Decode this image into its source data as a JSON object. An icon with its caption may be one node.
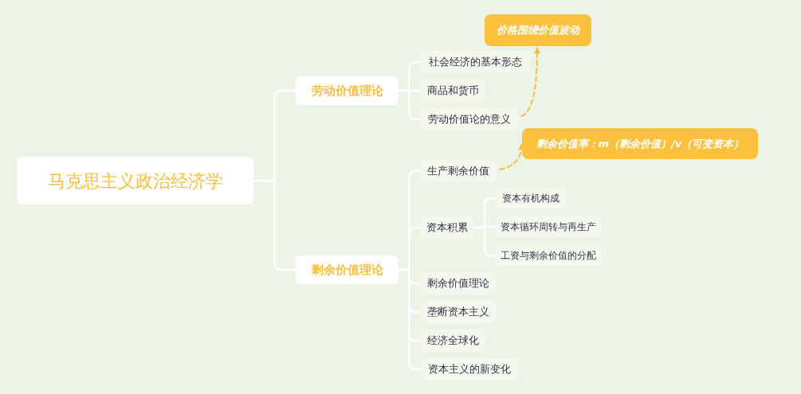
{
  "diagram": {
    "nodes": [
      {
        "text": [
          "马克思主义政治经济学"
        ]
      },
      {
        "text": [
          "劳动价值理论"
        ]
      },
      {
        "text": [
          "剩余价值理论"
        ]
      },
      {
        "text": [
          "社会经济的基本形态"
        ]
      },
      {
        "text": [
          "商品和货币"
        ]
      },
      {
        "text": [
          "劳动价值论的意义"
        ]
      },
      {
        "text": [
          "价格围绕价值波动"
        ]
      },
      {
        "text": [
          "生产剩余价值"
        ]
      },
      {
        "text": [
          "剩余价值率：m（剩余价值）/v（可变资本）"
        ]
      },
      {
        "text": [
          "资本积累"
        ]
      },
      {
        "text": [
          "资本有机构成"
        ]
      },
      {
        "text": [
          "资本循环周转与再生产"
        ]
      },
      {
        "text": [
          "工资与剩余价值的分配"
        ]
      },
      {
        "text": [
          "剩余价值理论"
        ]
      },
      {
        "text": [
          "垄断资本主义"
        ]
      },
      {
        "text": [
          "经济全球化"
        ]
      },
      {
        "text": [
          "资本主义的新变化"
        ]
      }
    ],
    "edges": [
      {
        "from": 0,
        "to": 1,
        "arrow": "none"
      },
      {
        "from": 0,
        "to": 2,
        "arrow": "none"
      },
      {
        "from": 1,
        "to": 3,
        "arrow": "none"
      },
      {
        "from": 1,
        "to": 4,
        "arrow": "none"
      },
      {
        "from": 1,
        "to": 5,
        "arrow": "none"
      },
      {
        "from": 5,
        "to": 6,
        "arrow": "to",
        "style": "dashed",
        "color": "#f9bd3c"
      },
      {
        "from": 2,
        "to": 7,
        "arrow": "none"
      },
      {
        "from": 7,
        "to": 8,
        "arrow": "to",
        "style": "dashed",
        "color": "#f9bd3c"
      },
      {
        "from": 2,
        "to": 9,
        "arrow": "none"
      },
      {
        "from": 9,
        "to": 10,
        "arrow": "none"
      },
      {
        "from": 9,
        "to": 11,
        "arrow": "none"
      },
      {
        "from": 9,
        "to": 12,
        "arrow": "none"
      },
      {
        "from": 2,
        "to": 13,
        "arrow": "none"
      },
      {
        "from": 2,
        "to": 14,
        "arrow": "none"
      },
      {
        "from": 2,
        "to": 15,
        "arrow": "none"
      },
      {
        "from": 2,
        "to": 16,
        "arrow": "none"
      }
    ]
  }
}
